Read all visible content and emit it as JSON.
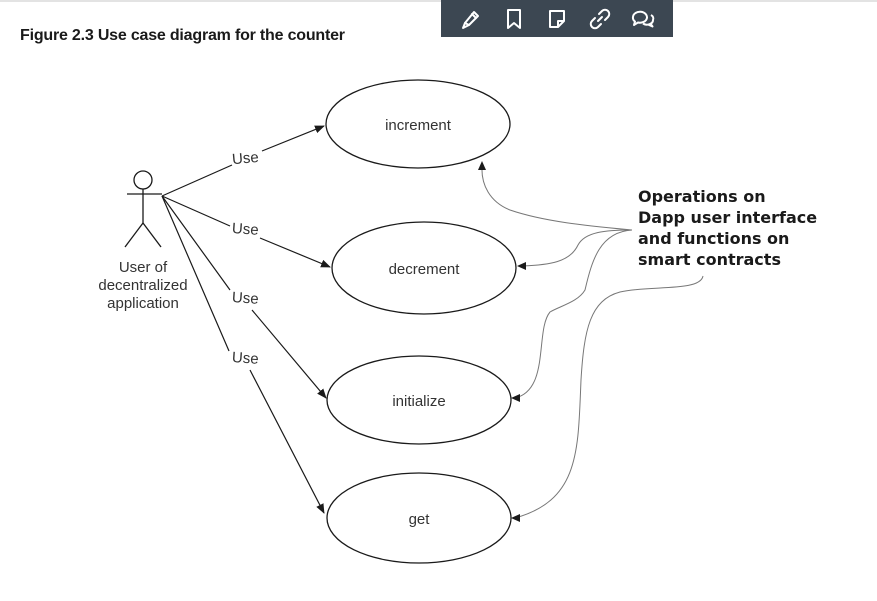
{
  "figure": {
    "title": "Figure 2.3 Use case diagram for the counter"
  },
  "toolbar": {
    "tools": [
      {
        "icon": "highlighter-icon"
      },
      {
        "icon": "bookmark-icon"
      },
      {
        "icon": "note-icon"
      },
      {
        "icon": "link-icon"
      },
      {
        "icon": "discussion-icon"
      }
    ]
  },
  "diagram": {
    "actor": {
      "label_lines": [
        "User of",
        "decentralized",
        "application"
      ]
    },
    "use_cases": [
      "increment",
      "decrement",
      "initialize",
      "get"
    ],
    "relationship_label": "Use",
    "note_lines": [
      "Operations on",
      "Dapp user interface",
      "and functions on",
      "smart contracts"
    ]
  },
  "colors": {
    "toolbar_bg": "#3c4752",
    "toolbar_icon": "#ffffff",
    "diagram_line": "#1a1a1a",
    "curve_line": "#777777"
  }
}
